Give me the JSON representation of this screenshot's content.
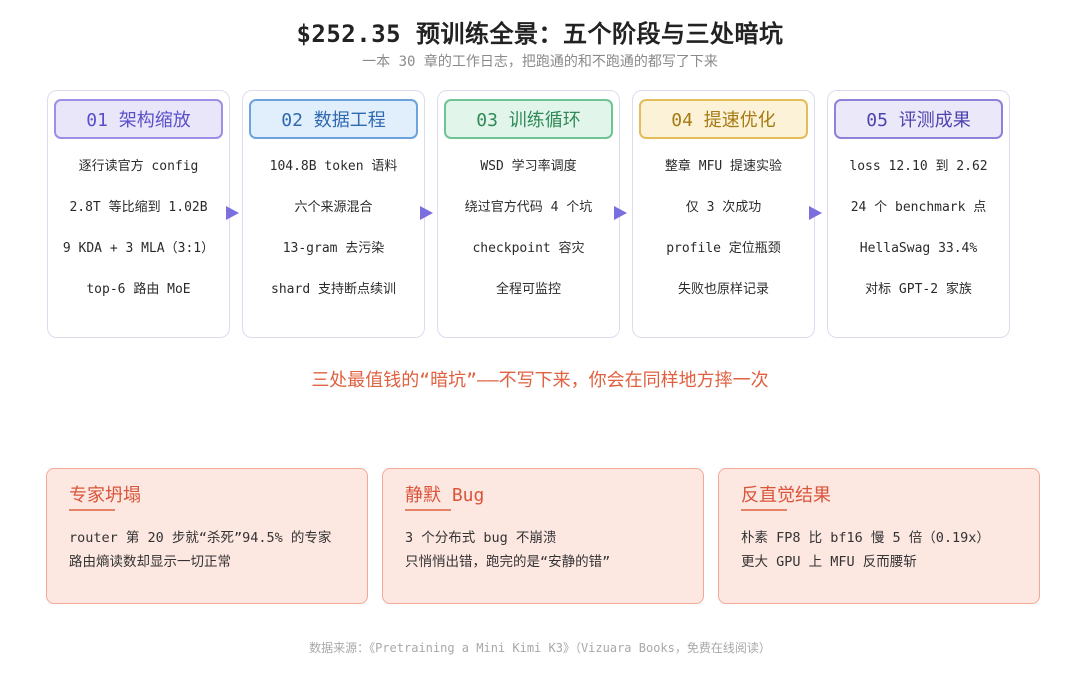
{
  "header": {
    "title": "$252.35 预训练全景：五个阶段与三处暗坑",
    "subtitle": "一本 30 章的工作日志，把跑通的和不跑通的都写了下来"
  },
  "stages": [
    {
      "label": "01 架构缩放",
      "items": [
        "逐行读官方 config",
        "2.8T 等比缩到 1.02B",
        "9 KDA + 3 MLA（3:1）",
        "top-6 路由 MoE"
      ]
    },
    {
      "label": "02 数据工程",
      "items": [
        "104.8B token 语料",
        "六个来源混合",
        "13-gram 去污染",
        "shard 支持断点续训"
      ]
    },
    {
      "label": "03 训练循环",
      "items": [
        "WSD 学习率调度",
        "绕过官方代码 4 个坑",
        "checkpoint 容灾",
        "全程可监控"
      ]
    },
    {
      "label": "04 提速优化",
      "items": [
        "整章 MFU 提速实验",
        "仅 3 次成功",
        "profile 定位瓶颈",
        "失败也原样记录"
      ]
    },
    {
      "label": "05 评测成果",
      "items": [
        "loss 12.10 到 2.62",
        "24 个 benchmark 点",
        "HellaSwag 33.4%",
        "对标 GPT-2 家族"
      ]
    }
  ],
  "pitfalls": {
    "heading": "三处最值钱的“暗坑”——不写下来，你会在同样地方摔一次",
    "cards": [
      {
        "title": "专家坍塌",
        "lines": [
          "router 第 20 步就“杀死”94.5% 的专家",
          "路由熵读数却显示一切正常"
        ]
      },
      {
        "title": "静默 Bug",
        "lines": [
          "3 个分布式 bug 不崩溃",
          "只悄悄出错，跑完的是“安静的错”"
        ]
      },
      {
        "title": "反直觉结果",
        "lines": [
          "朴素 FP8 比 bf16 慢 5 倍（0.19x）",
          "更大 GPU 上 MFU 反而腰斩"
        ]
      }
    ]
  },
  "footer": {
    "source": "数据来源：《Pretraining a Mini Kimi K3》（Vizuara Books，免费在线阅读）"
  },
  "colors": {
    "arrow": "#7b6fe0",
    "pitfall_accent": "#e0603f",
    "stage_01": "#9d8ee6",
    "stage_02": "#6da3dc",
    "stage_03": "#6fc495",
    "stage_04": "#e3bd57",
    "stage_05": "#8c82d8"
  }
}
